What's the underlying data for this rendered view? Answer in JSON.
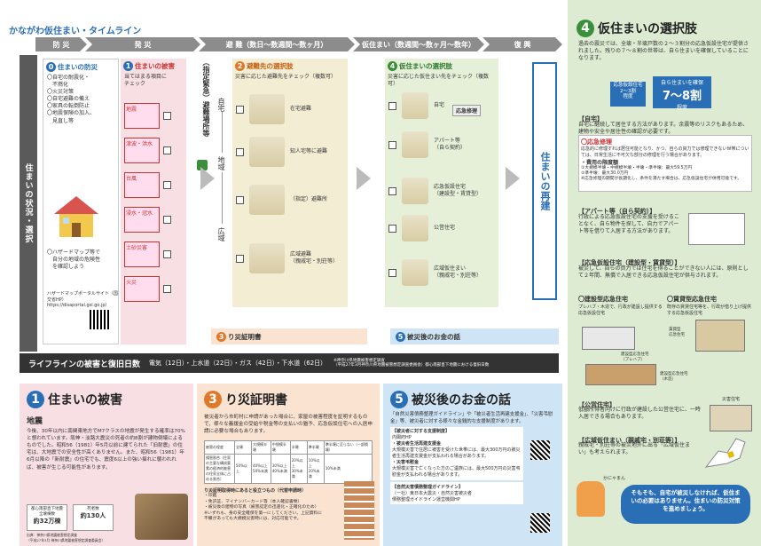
{
  "title": "かながわ仮住まい・タイムライン",
  "phases": [
    "防 災",
    "発 災",
    "避 難（数日〜数週間〜数ヶ月）",
    "仮住まい（数週間〜数ヶ月〜数年）",
    "復 興"
  ],
  "sidebar_label": "住まいの状況・選択",
  "p0": {
    "num": "0",
    "title": "住まいの防災",
    "items": [
      "〇自宅の耐震化・",
      "　不燃化",
      "〇火災対策",
      "〇自宅避難の備え",
      "〇家具の転倒防止",
      "〇地震保険の加入、",
      "　見直し等"
    ],
    "hazard": "〇ハザードマップ等で\n　自分の地域の危険性\n　を確認しよう",
    "portal": "ハザードマップポータルサイト（国交省HP）\nhttps://disaportal.gsi.go.jp/"
  },
  "p1": {
    "num": "1",
    "title": "住まいの被害",
    "desc": "当てはまる項目に\nチェック",
    "damages": [
      "地震",
      "津波・洪水",
      "台風",
      "浸水・冠水",
      "土砂災害",
      "火災"
    ]
  },
  "shelter_label": "（指定緊急）避難場所等",
  "region_labels": [
    "自宅",
    "地域",
    "広域"
  ],
  "p2": {
    "num": "2",
    "title": "避難先の選択肢",
    "desc": "災害に応じた避難先をチェック（複数可）",
    "items": [
      "在宅避難",
      "知人宅等に避難",
      "（指定）避難所",
      "広域避難\n（親戚宅・別荘等）"
    ]
  },
  "p4small": {
    "num": "4",
    "title": "仮住まいの選択肢",
    "desc": "災害に応じた仮住まい先をチェック（複数可）",
    "items": [
      "自宅",
      "応急修理",
      "アパート等\n（自ら契約）",
      "応急仮設住宅\n（建設型・賃貸型）",
      "公営住宅",
      "広域仮住まい\n（親戚宅・別荘等）"
    ]
  },
  "rebuild_label": "住まいの再建",
  "p3bar": {
    "num": "3",
    "label": "り災証明書"
  },
  "p5bar": {
    "num": "5",
    "label": "被災後のお金の話"
  },
  "lifeline": {
    "title": "ライフラインの被害と復旧日数",
    "items": "電気（12日）・上水道（22日）・ガス（42日）・下水道（62日）",
    "note": "※神奈川県地震被害想定調査\n（平成27年3月神奈川県地震被害想定調査委員会）都心南部直下地震における復旧日数"
  },
  "r4": {
    "num": "4",
    "title": "仮住まいの選択肢",
    "intro": "過去の震災では、全壊・半壊戸数の２〜３割分の応急仮設住宅が提供されました。残りの７〜８割の世帯は、自ら住まいを確保していることになります。",
    "left_badge": "応急仮設住宅\n2〜3割\n程度",
    "right_badge_top": "自ら住まいを確保",
    "right_badge_big": "7〜8割",
    "right_badge_bot": "程度",
    "h_home": "【自宅】",
    "home_text": "自宅に継続して居住する方法があります。余震等のリスクもあるため、建物や安全や居住性の確認が必要です。",
    "h_repair": "〇応急修理",
    "repair_text": "応急的に修理すれば居住可能となり、かつ、自らの資力では修理できない世帯については、日常生活に不可欠な部分の修理を行う場合があります。",
    "fee_title": "・費用の限度額",
    "fee_lines": [
      "①大規模半壊・中規模半壊・半壊・準半壊：最大59.5万円",
      "②準半壊：最大30.0万円",
      "※応急修理の期間が長期化し、条件を満たす場合は、応急仮設住宅が併用可能です。"
    ],
    "h_apart": "【アパート等（自ら契約）】",
    "apart_text": "行政による応急仮設住宅の支援を受けることなく、自ら物件を探して、自力でアパート等を借りて入居する方法があります。",
    "h_temp": "【応急仮設住宅（建設型・賃貸型）】",
    "temp_text": "被災して、自らの資力では住宅を得ることができない人には、原則として２年間、無償で入居できる応急仮設住宅が供与されます。",
    "build_type": "〇建設型応急住宅",
    "build_text": "プレハブ・木造で、行政が建設し提供する応急仮設住宅",
    "rent_type": "〇賃貸型応急住宅",
    "rent_text": "既存の賃貸住宅等を、行政が借り上げ提供する応急仮設住宅",
    "label_build1": "建設型応急住宅\n（プレハブ）",
    "label_build2": "建設型応急住宅\n（木造）",
    "label_rent": "賃貸型\n応急住宅",
    "h_public": "【公営住宅】",
    "public_text": "低額所得者向けに行政が建設した公営住宅に、一時入居できる場合もあります。",
    "label_disaster_house": "災害住宅",
    "h_wide": "【広域仮住まい（親戚宅・別荘等）】",
    "wide_text": "親戚宅・別荘等の被災地外に出る「広域仮住まい」も考えられます。",
    "mascot_name": "かにゃまん",
    "bubble": "そもそも、自宅が被災しなければ、仮住まいの必要はありません。住まいの防災対策を進めましょう。"
  },
  "s1": {
    "num": "1",
    "title": "住まいの被害",
    "sub": "地震",
    "text": "今後、30年以内に南関東地方でM7クラスの地震が発生する確率は70%と想われています。阪神・淡路大震災の死者の約8割が建物倒壊によるものでした。昭和56（1981）年5月以前に建てられた「旧耐震」の住宅は、大地震での安全性が高くありません。また、昭和56（1981）年6月以降の「新耐震」の住宅でも、震度6以上の強い揺れに襲われれば、被害が生じる可能性があります。",
    "stat1_label": "都心南部直下地震\n全壊棟数",
    "stat1_value": "約32万棟",
    "stat2_label": "死者数",
    "stat2_value": "約130人",
    "source": "出典：神奈川県地震被害想定調査\n（平成27年3月 神奈川県地震被害想定調査委員会）"
  },
  "s3": {
    "num": "3",
    "title": "り災証明書",
    "text": "被災者から市町村に申請があった場合に、家屋の被害程度を証明するもので、様々な義援金の受給や税金等の支払いの猶予、応急仮設住宅への入居申請に必要な場合もあります。",
    "table_head": [
      "被害の程度",
      "全壊",
      "大規模半壊",
      "中規模半壊",
      "半壊",
      "準半壊",
      "準半壊に至らない（一部損壊）"
    ],
    "table_row": [
      "損害割合（住家の主要な構成要素の経済的被害の住家全体に占める割合）",
      "50%以上",
      "40%以上\n50%未満",
      "30%以上\n40%未満",
      "20%以上\n30%未満",
      "10%以上\n20%未満",
      "10%未満"
    ],
    "note_title": "り災証明取得時にあると役立つもの（代替申請時）",
    "notes": [
      "・印鑑",
      "・免許証、マイナンバーカード等（本人確認書類）",
      "・被災後の建物の写真（被害認定の迅速化・正確化のため）",
      "※いずれも、身の安全確保を第一にしてください。上記資料に不備があっても大規模災害時には、対応可能です。"
    ]
  },
  "s5": {
    "num": "5",
    "title": "被災後のお金の話",
    "intro": "「自然災害債務整理ガイドライン」や「被災者生活再建支援金」、「災害弔慰金」等、被災者に対する様々な金銭的な支援制度があります。",
    "h1": "【被災者に対する支援制度】",
    "h1a": "内閣府HP",
    "h2": "・被災者生活再建支援金",
    "t2": "大規模災害で住居に被害を受けた世帯には、最大300万円の被災者生活再建支援金が支払われる場合があります。",
    "h3": "・災害弔慰金",
    "t3": "大規模災害で亡くなった方のご遺族には、最大500万円の災害弔慰金が支払われる場合があります。",
    "h4": "【自然災害債務整理ガイドライン】",
    "t4": "（一社）東日本大震災・自然災害被災者\n債務整理ガイドライン運営機関HP"
  },
  "colors": {
    "blue": "#2a6fb5",
    "red": "#d63b3b",
    "orange": "#e0782a",
    "green": "#3a8f3a",
    "right_bg": "#dcebd2",
    "pink_bg": "#f7dfe3",
    "orange_bg": "#fbe3d2",
    "green_bg": "#e6f0d9"
  }
}
